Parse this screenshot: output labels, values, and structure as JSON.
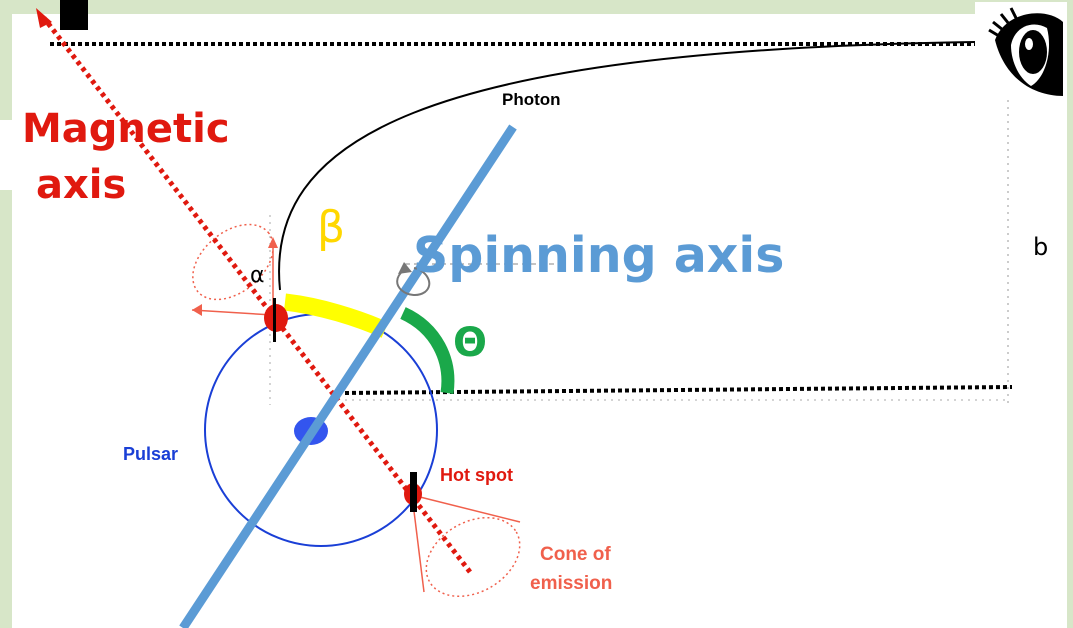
{
  "labels": {
    "magnetic_axis_line1": "Magnetic",
    "magnetic_axis_line2": "axis",
    "photon": "Photon",
    "beta": "β",
    "spinning_axis": "Spinning axis",
    "alpha": "α",
    "theta": "Θ",
    "b": "b",
    "pulsar": "Pulsar",
    "hot_spot": "Hot spot",
    "cone_of_emission_line1": "Cone of",
    "cone_of_emission_line2": "emission"
  },
  "colors": {
    "background_frame": "#d7e6c8",
    "canvas": "#ffffff",
    "magnetic_axis": "#e0190f",
    "spinning_axis": "#5b9bd5",
    "beta_arc": "#ffff00",
    "beta_text": "#ffd700",
    "theta_arc": "#1aa84a",
    "pulsar_circle": "#1a3fd6",
    "pulsar_core": "#3355ee",
    "pulsar_text": "#1a3fd6",
    "hot_spot": "#e0190f",
    "cone": "#f0604c",
    "cone_text": "#f0604c",
    "photon_path": "#000000"
  },
  "icons": {
    "observer": "eye-icon",
    "psi_marker": "psi-marker",
    "rotation": "rotation-arrow-icon"
  }
}
